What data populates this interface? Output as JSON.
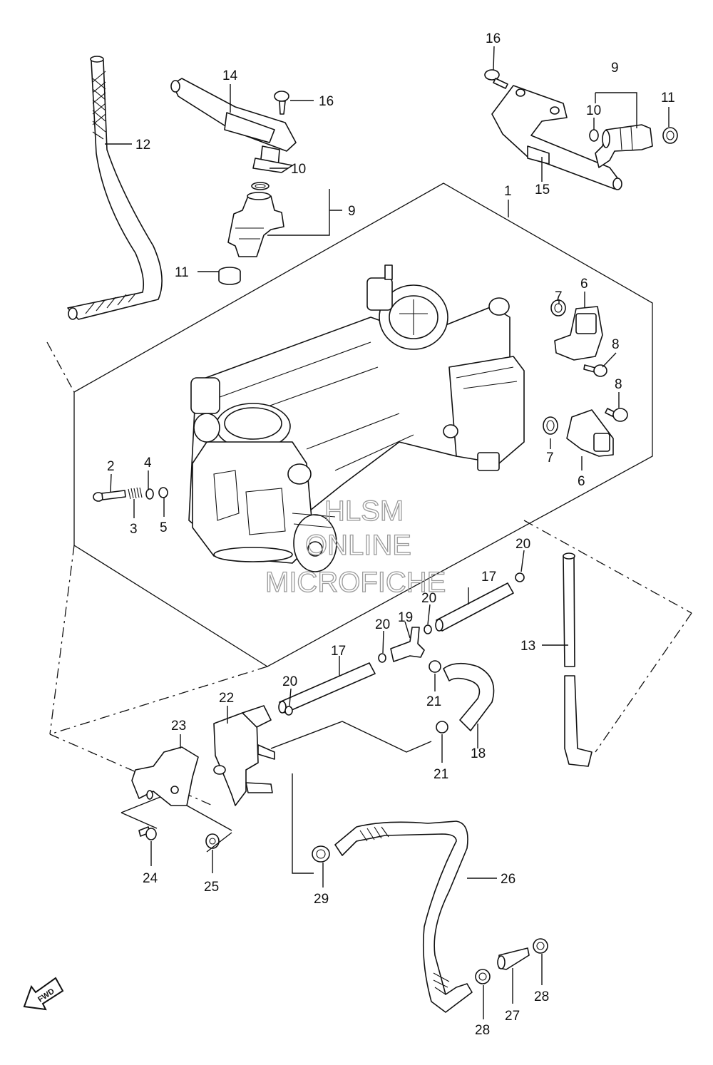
{
  "watermark": {
    "line1": "HLSM",
    "line2": "ONLINE",
    "line3": "MICROFICHE"
  },
  "fwd_label": "FWD",
  "callouts": {
    "c1": "1",
    "c2": "2",
    "c3": "3",
    "c4": "4",
    "c5": "5",
    "c6a": "6",
    "c6b": "6",
    "c7a": "7",
    "c7b": "7",
    "c8a": "8",
    "c8b": "8",
    "c9a": "9",
    "c9b": "9",
    "c10a": "10",
    "c10b": "10",
    "c11a": "11",
    "c11b": "11",
    "c12": "12",
    "c13": "13",
    "c14": "14",
    "c15": "15",
    "c16a": "16",
    "c16b": "16",
    "c17a": "17",
    "c17b": "17",
    "c18": "18",
    "c19": "19",
    "c20a": "20",
    "c20b": "20",
    "c20c": "20",
    "c20d": "20",
    "c21a": "21",
    "c21b": "21",
    "c22": "22",
    "c23": "23",
    "c24": "24",
    "c25": "25",
    "c26": "26",
    "c27": "27",
    "c28a": "28",
    "c28b": "28",
    "c29": "29"
  }
}
